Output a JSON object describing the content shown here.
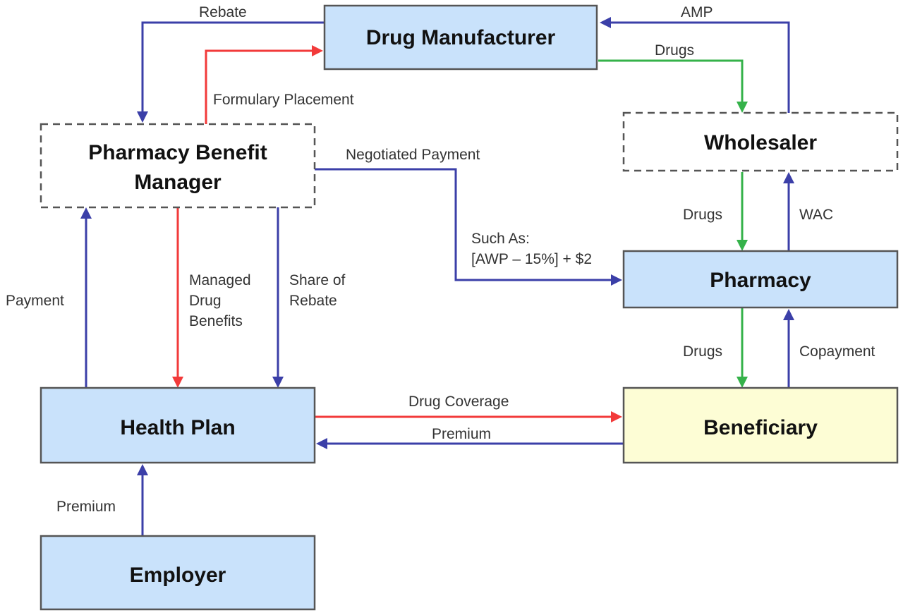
{
  "colors": {
    "box_fill": "#c9e2fb",
    "beneficiary_fill": "#fdfdd5",
    "dashed_fill": "#ffffff",
    "border": "#555555",
    "money_flow": "#3b3fa8",
    "drug_flow": "#35b24a",
    "benefit_flow": "#f23a3a"
  },
  "nodes": {
    "drug_manufacturer": "Drug Manufacturer",
    "wholesaler": "Wholesaler",
    "pbm_line1": "Pharmacy Benefit",
    "pbm_line2": "Manager",
    "pharmacy": "Pharmacy",
    "health_plan": "Health Plan",
    "beneficiary": "Beneficiary",
    "employer": "Employer"
  },
  "edge_labels": {
    "rebate": "Rebate",
    "amp": "AMP",
    "drugs_manufacturer_wholesaler": "Drugs",
    "formulary_placement": "Formulary Placement",
    "negotiated_payment": "Negotiated Payment",
    "such_as_line1": "Such As:",
    "such_as_line2": "[AWP – 15%] + $2",
    "drugs_wholesaler_pharmacy": "Drugs",
    "wac": "WAC",
    "payment": "Payment",
    "managed_line1": "Managed",
    "managed_line2": "Drug",
    "managed_line3": "Benefits",
    "share_line1": "Share of",
    "share_line2": "Rebate",
    "drugs_pharmacy_beneficiary": "Drugs",
    "copayment": "Copayment",
    "drug_coverage": "Drug Coverage",
    "premium_beneficiary": "Premium",
    "premium_employer": "Premium"
  }
}
